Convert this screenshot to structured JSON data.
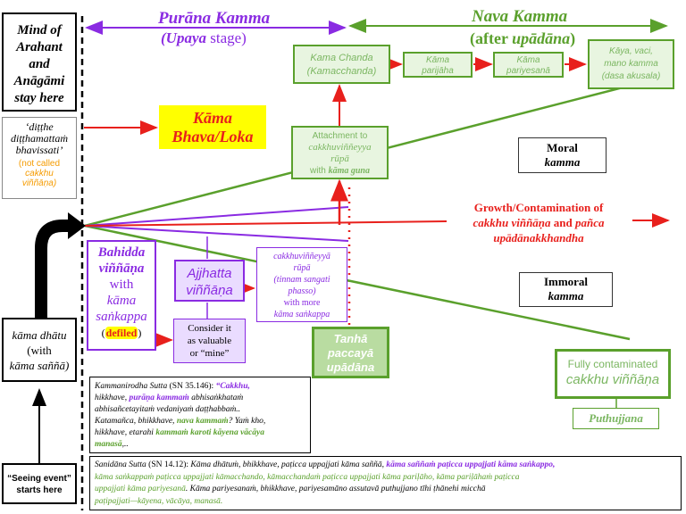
{
  "headers": {
    "purana_title": "Purāna Kamma",
    "purana_sub_a": "(Upaya",
    "purana_sub_b": " stage)",
    "nava_title": "Nava Kamma",
    "nava_sub_a": "(after ",
    "nava_sub_b": "upādāna",
    "nava_sub_c": ")"
  },
  "left": {
    "mind_box": [
      "Mind of",
      "Arahant",
      "and",
      "Anāgāmi",
      "stay here"
    ],
    "ditthe_line1": "‘diṭṭhe",
    "ditthe_line2": "diṭṭhamattaṁ",
    "ditthe_line3": "bhavissati’",
    "not_called_1": "(not called",
    "not_called_2": "cakkhu",
    "not_called_3": "viññāṇa)",
    "kama_dhatu_1": "kāma dhātu",
    "kama_dhatu_2": "(with",
    "kama_dhatu_3": "kāma saññā)",
    "seeing_event_1": "“Seeing event”",
    "seeing_event_2": "starts here"
  },
  "kama_bhava": {
    "line1": "Kāma",
    "line2": "Bhava/Loka"
  },
  "top_chain": {
    "kama_chanda_1": "Kama Chanda",
    "kama_chanda_2": "(Kamacchanda)",
    "pariliha_1": "Kāma",
    "pariliha_2": "parijāha",
    "pariyesana_1": "Kāma",
    "pariyesana_2": "pariyesanā",
    "kaya_1": "Kāya, vaci,",
    "kaya_2": "mano kamma",
    "kaya_3": "(dasa akusala)"
  },
  "attachment": {
    "line1": "Attachment to",
    "line2": "cakkhuviññeyya",
    "line3": "rūpā",
    "line4": "with ",
    "line4b": "kāma guna"
  },
  "moral": {
    "line1": "Moral",
    "line2": "kamma"
  },
  "immoral": {
    "line1": "Immoral",
    "line2": "kamma"
  },
  "growth": {
    "line1": "Growth/Contamination of",
    "line2a": "cakkhu viññāṇa",
    "line2b": " and ",
    "line2c": "pañca",
    "line3": "upādānakkhandha"
  },
  "bahidda": {
    "line1": "Bahidda",
    "line2": "viññāṇa",
    "line3": "with",
    "line4": "kāma",
    "line5": "saṅkappa",
    "line6a": "(",
    "line6b": "defiled",
    "line6c": ")"
  },
  "ajjhatta": {
    "line1": "Ajjhatta",
    "line2": "viññāṇa"
  },
  "consider": {
    "line1": "Consider it",
    "line2": "as valuable",
    "line3": "or “mine”"
  },
  "cakkhu_rupa": {
    "line1": "cakkhuviññeyyā",
    "line2": "rūpā",
    "line3": "(tinnam sangati",
    "line4": "phasso)",
    "line5": "with more",
    "line6": "kāma saṅkappa"
  },
  "tanha": {
    "line1": "Tanhā",
    "line2": "paccayā",
    "line3": "upādāna"
  },
  "fully": {
    "line1": "Fully contaminated",
    "line2": "cakkhu viññāṇa"
  },
  "puthujjana": "Puthujjana",
  "sutta1": {
    "title": "Kammanirodha Sutta",
    "ref": " (SN 35.146): ",
    "q1": "“Cakkhu,",
    "t1": "hikkhave, ",
    "t2": "purāṇa kammaṁ",
    "t3": " abhisaṅkhataṁ",
    "l2": "abhisañcetayitaṁ vedaniyaṁ daṭṭhabbaṁ..",
    "l3a": "Katamañca, bhikkhave, ",
    "l3b": "nava kammaṁ",
    "l3c": "? Yaṁ kho,",
    "l4a": "hikkhave, etarahi ",
    "l4b": "kammaṁ karoti kāyena vācāya",
    "l5": "manasā",
    "l5b": ",.."
  },
  "sutta2": {
    "title": "Sanidāna Sutta",
    "ref": " (SN 14.12): ",
    "a1": "Kāma dhātuṁ, bhikkhave, paṭicca uppajjati kāma saññā, ",
    "a2": "kāma saññaṁ paṭicca uppajjati kāma saṅkappo,",
    "b1": "kāma saṅkappaṁ paṭicca uppajjati kāmacchando, kāmacchandaṁ paṭicca uppajjati kāma pariḷāho, ",
    "b2": "kāma pariḷāhaṁ paṭicca",
    "c1": "uppajjati kāma pariyesanā",
    "c2": ". Kāma pariyesanaṁ, bhikkhave, pariyesamāno assutavā puthujjano tīhi ṭhānehi micchā",
    "d1": "paṭipajjati—kāyena, vācāya, manasā."
  },
  "colors": {
    "red": "#e8201c",
    "purple": "#8a2be2",
    "green": "#5aa02c",
    "light_green_fill": "#e8f5e0",
    "yellow": "#ffff00",
    "orange": "#f59b00"
  }
}
